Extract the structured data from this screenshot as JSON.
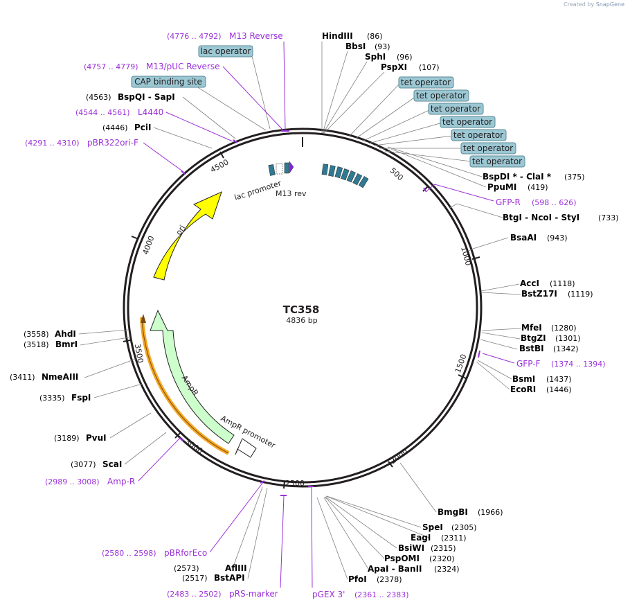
{
  "credit": {
    "prefix": "Created by",
    "brand": "SnapGene"
  },
  "plasmid": {
    "name": "TC358",
    "length_label": "4836 bp",
    "length": 4836
  },
  "ticks": [
    "500",
    "1000",
    "1500",
    "2000",
    "2500",
    "3000",
    "3500",
    "4000",
    "4500"
  ],
  "features": {
    "lac_promoter": "lac promoter",
    "m13_rev": "M13 rev",
    "ori": "ori",
    "ampr": "AmpR",
    "ampr_promoter": "AmpR promoter"
  },
  "sites": [
    {
      "name": "HindIII",
      "pos": "(86)"
    },
    {
      "name": "BbsI",
      "pos": "(93)"
    },
    {
      "name": "SphI",
      "pos": "(96)"
    },
    {
      "name": "PspXI",
      "pos": "(107)"
    },
    {
      "name": "BspDI * - ClaI *",
      "pos": "(375)"
    },
    {
      "name": "PpuMI",
      "pos": "(419)"
    },
    {
      "name": "BtgI - NcoI - StyI",
      "pos": "(733)"
    },
    {
      "name": "BsaAI",
      "pos": "(943)"
    },
    {
      "name": "AccI",
      "pos": "(1118)"
    },
    {
      "name": "BstZ17I",
      "pos": "(1119)"
    },
    {
      "name": "MfeI",
      "pos": "(1280)"
    },
    {
      "name": "BtgZI",
      "pos": "(1301)"
    },
    {
      "name": "BstBI",
      "pos": "(1342)"
    },
    {
      "name": "BsmI",
      "pos": "(1437)"
    },
    {
      "name": "EcoRI",
      "pos": "(1446)"
    },
    {
      "name": "BmgBI",
      "pos": "(1966)"
    },
    {
      "name": "SpeI",
      "pos": "(2305)"
    },
    {
      "name": "EagI",
      "pos": "(2311)"
    },
    {
      "name": "BsiWI",
      "pos": "(2315)"
    },
    {
      "name": "PspOMI",
      "pos": "(2320)"
    },
    {
      "name": "ApaI - BanII",
      "pos": "(2324)"
    },
    {
      "name": "PfoI",
      "pos": "(2378)"
    },
    {
      "name": "BstAPI",
      "pos": "(2517)"
    },
    {
      "name": "AflIII",
      "pos": "(2573)"
    },
    {
      "name": "ScaI",
      "pos": "(3077)"
    },
    {
      "name": "PvuI",
      "pos": "(3189)"
    },
    {
      "name": "FspI",
      "pos": "(3335)"
    },
    {
      "name": "NmeAIII",
      "pos": "(3411)"
    },
    {
      "name": "BmrI",
      "pos": "(3518)"
    },
    {
      "name": "AhdI",
      "pos": "(3558)"
    },
    {
      "name": "PciI",
      "pos": "(4446)"
    },
    {
      "name": "BspQI - SapI",
      "pos": "(4563)"
    }
  ],
  "primers": [
    {
      "name": "M13 Reverse",
      "range": "(4776 .. 4792)"
    },
    {
      "name": "M13/pUC Reverse",
      "range": "(4757 .. 4779)"
    },
    {
      "name": "L4440",
      "range": "(4544 .. 4561)"
    },
    {
      "name": "pBR322ori-F",
      "range": "(4291 .. 4310)"
    },
    {
      "name": "GFP-R",
      "range": "(598 .. 626)"
    },
    {
      "name": "GFP-F",
      "range": "(1374 .. 1394)"
    },
    {
      "name": "Amp-R",
      "range": "(2989 .. 3008)"
    },
    {
      "name": "pBRforEco",
      "range": "(2580 .. 2598)"
    },
    {
      "name": "pRS-marker",
      "range": "(2483 .. 2502)"
    },
    {
      "name": "pGEX 3'",
      "range": "(2361 .. 2383)"
    }
  ],
  "boxes": [
    "lac operator",
    "CAP binding site",
    "tet operator",
    "tet operator",
    "tet operator",
    "tet operator",
    "tet operator",
    "tet operator",
    "tet operator"
  ],
  "colors": {
    "backbone": "#231f20",
    "primer": "#9b30d9",
    "box_fill": "#9cc8d4",
    "ori": "#ffff00",
    "ampr": "#ccffcc",
    "orange": "#f5a623",
    "tet": "#2e7a93"
  }
}
